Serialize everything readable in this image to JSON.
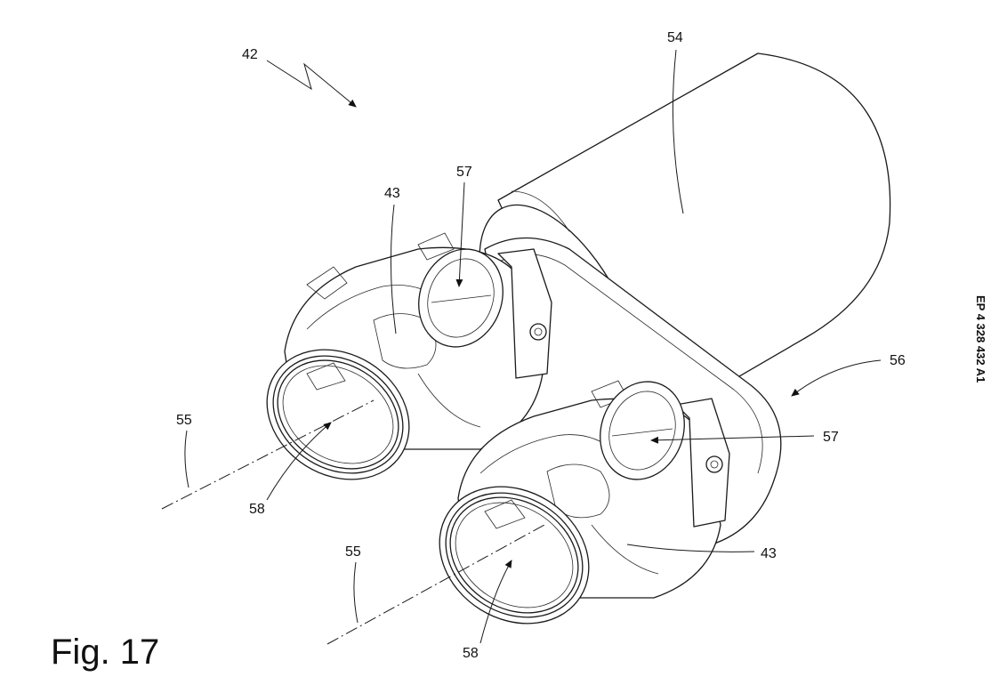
{
  "figure": {
    "title": "Fig. 17",
    "publication_number": "EP 4 328 432 A1"
  },
  "references": {
    "r42": "42",
    "r54": "54",
    "r57a": "57",
    "r43a": "43",
    "r56": "56",
    "r55a": "55",
    "r57b": "57",
    "r58a": "58",
    "r55b": "55",
    "r43b": "43",
    "r58b": "58"
  }
}
